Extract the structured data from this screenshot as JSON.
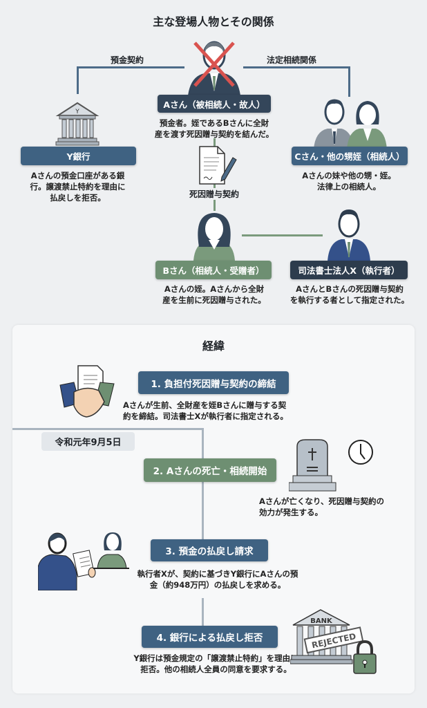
{
  "header": {
    "title": "主な登場人物とその関係"
  },
  "relations": {
    "deposit_contract": "預金契約",
    "legal_inheritance": "法定相続関係",
    "gift_contract": "死因贈与契約"
  },
  "people": {
    "a": {
      "label": "Aさん（被相続人・故人）",
      "desc1": "預金者。姪であるBさんに全財",
      "desc2": "産を渡す死因贈与契約を結んだ。"
    },
    "bank": {
      "label": "Y銀行",
      "icon_text": "Y",
      "desc1": "Aさんの預金口座がある銀",
      "desc2": "行。譲渡禁止特約を理由に",
      "desc3": "払戻しを拒否。"
    },
    "c": {
      "label": "Cさん・他の甥姪（相続人）",
      "desc1": "Aさんの妹や他の甥・姪。",
      "desc2": "法律上の相続人。"
    },
    "b": {
      "label": "Bさん（相続人・受贈者）",
      "desc1": "Aさんの姪。Aさんから全財",
      "desc2": "産を生前に死因贈与された。"
    },
    "x": {
      "label": "司法書士法人X（執行者）",
      "desc1": "AさんとBさんの死因贈与契約",
      "desc2": "を執行する者として指定された。"
    }
  },
  "timeline": {
    "title": "経緯",
    "date": "令和元年9月5日",
    "steps": [
      {
        "label": "1. 負担付死因贈与契約の締結",
        "desc1": "Aさんが生前、全財産を姪Bさんに贈与する契",
        "desc2": "約を締結。司法書士Xが執行者に指定される。"
      },
      {
        "label": "2. Aさんの死亡・相続開始",
        "desc1": "Aさんが亡くなり、死因贈与契約の",
        "desc2": "効力が発生する。"
      },
      {
        "label": "3. 預金の払戻し請求",
        "desc1": "執行者Xが、契約に基づきY銀行にAさんの預",
        "desc2": "金（約948万円）の払戻しを求める。"
      },
      {
        "label": "4. 銀行による払戻し拒否",
        "desc1": "Y銀行は預金規定の「譲渡禁止特約」を理由に",
        "desc2": "拒否。他の相続人全員の同意を要求する。"
      }
    ],
    "bank_icon_text": "BANK",
    "stamp_text": "REJECTED"
  },
  "colors": {
    "blue": "#3f6282",
    "navy": "#34465a",
    "green": "#6e8f72",
    "red": "#d9534f"
  }
}
